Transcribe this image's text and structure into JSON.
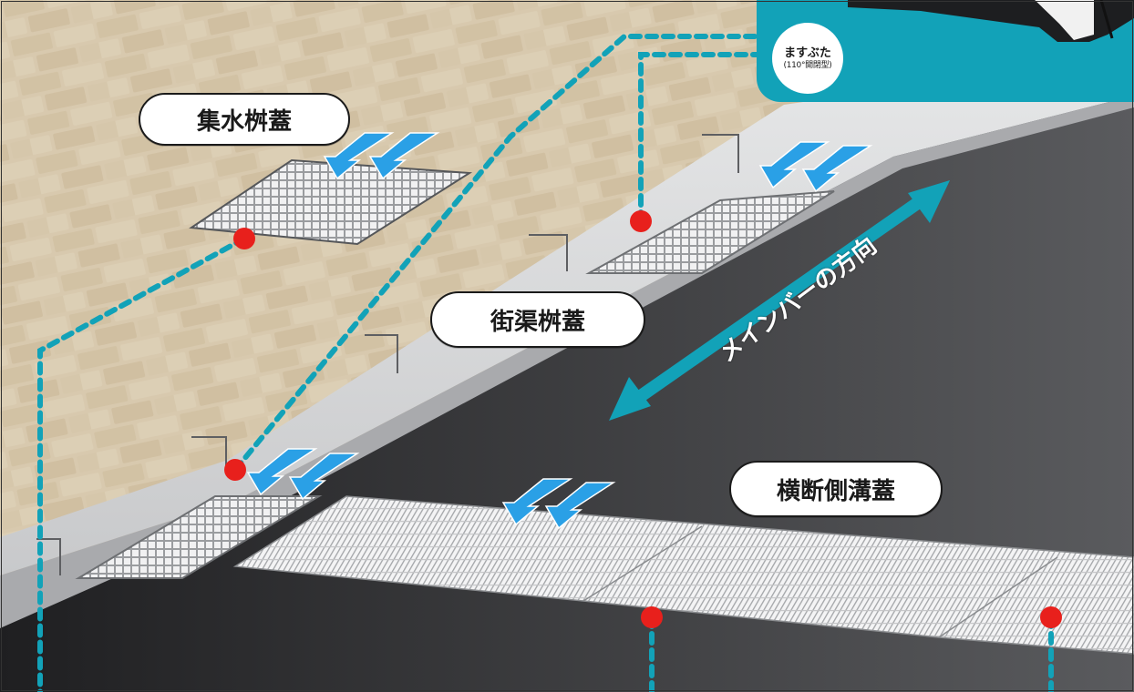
{
  "labels": {
    "catch_basin_cover": "集水桝蓋",
    "gutter_basin_cover": "街渠桝蓋",
    "cross_trench_cover": "横断側溝蓋",
    "main_bar_direction": "メインバーの方向"
  },
  "inset": {
    "badge_line1": "ますぶた",
    "badge_line2": "(110°開閉型)"
  },
  "colors": {
    "accent_teal": "#12a2b8",
    "marker_red": "#e8201c",
    "flow_arrow_blue": "#2aa0e6",
    "asphalt": "#2b2b2d",
    "curb_gray": "#cfd0d2",
    "paving_beige": "#d6c7ad"
  }
}
